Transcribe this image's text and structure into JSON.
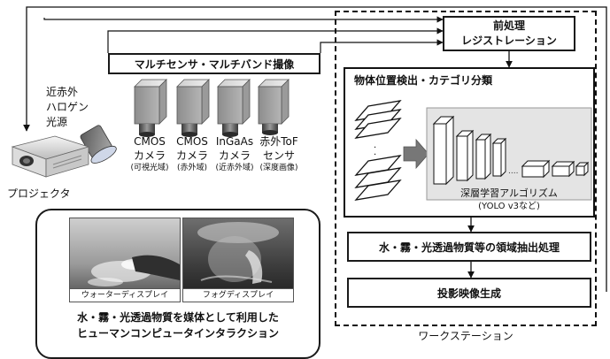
{
  "projector": {
    "label": "プロジェクタ"
  },
  "light_source": {
    "label_lines": [
      "近赤外",
      "ハロゲン",
      "光源"
    ]
  },
  "capture": {
    "title": "マルチセンサ・マルチバンド撮像"
  },
  "cameras": [
    {
      "line1": "CMOS",
      "line2": "カメラ",
      "sub": "(可視光域)"
    },
    {
      "line1": "CMOS",
      "line2": "カメラ",
      "sub": "(赤外域)"
    },
    {
      "line1": "InGaAs",
      "line2": "カメラ",
      "sub": "(近赤外域)"
    },
    {
      "line1": "赤外ToF",
      "line2": "センサ",
      "sub": "(深度画像)"
    }
  ],
  "workstation": {
    "label": "ワークステーション",
    "preprocess": {
      "line1": "前処理",
      "line2": "レジストレーション"
    },
    "detection": {
      "title": "物体位置検出・カテゴリ分類",
      "algo_line1": "深層学習アルゴリズム",
      "algo_line2": "(YOLO v3など)",
      "ellipsis": "...."
    },
    "region": {
      "label": "水・霧・光透過物質等の領域抽出処理"
    },
    "projection": {
      "label": "投影映像生成"
    }
  },
  "hci": {
    "photo_left_caption": "ウォーターディスプレイ",
    "photo_right_caption": "フォグディスプレイ",
    "caption_line1": "水・霧・光透過物質を媒体として利用した",
    "caption_line2": "ヒューマンコンピュータインタラクション"
  }
}
